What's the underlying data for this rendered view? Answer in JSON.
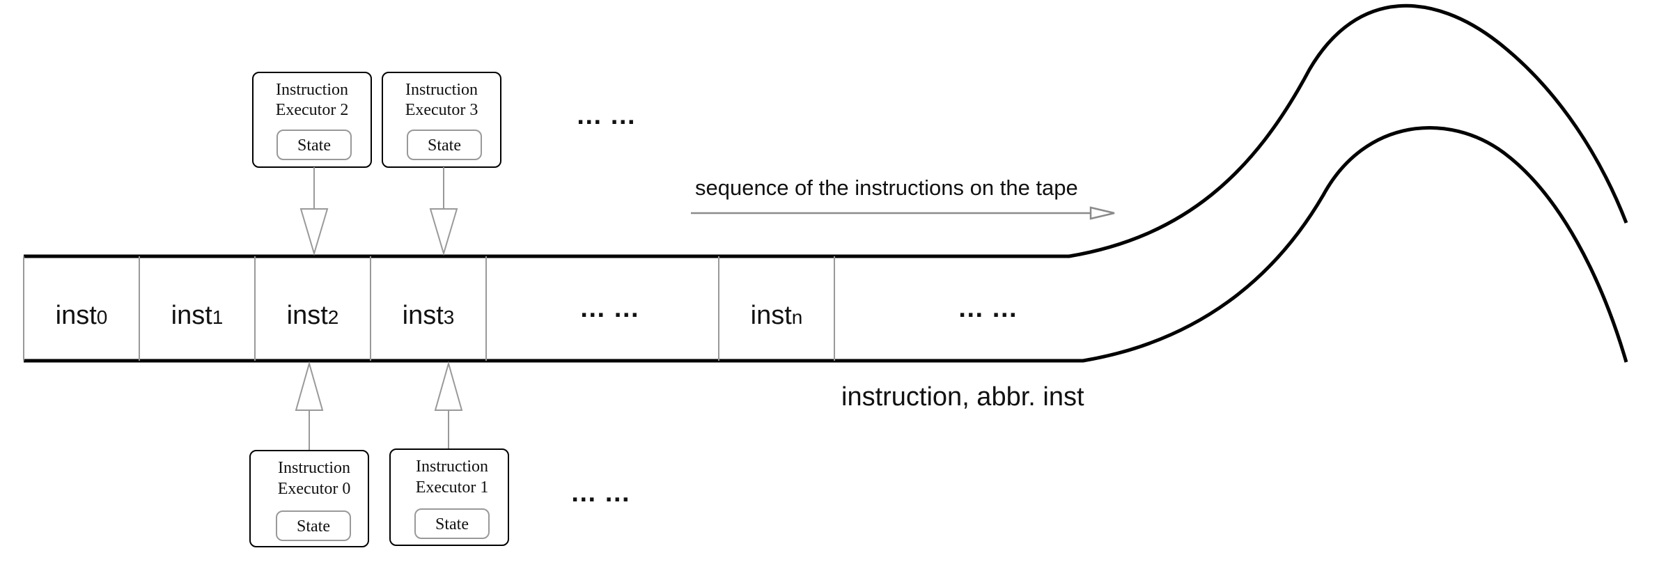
{
  "tape": {
    "cells": [
      {
        "base": "inst",
        "sub": "0"
      },
      {
        "base": "inst",
        "sub": "1"
      },
      {
        "base": "inst",
        "sub": "2"
      },
      {
        "base": "inst",
        "sub": "3"
      },
      {
        "text": "… …"
      },
      {
        "base": "inst",
        "sub": "n"
      },
      {
        "text": "… …"
      }
    ],
    "direction_label": "sequence of the instructions on the tape",
    "caption": "instruction, abbr. inst"
  },
  "executors_top": [
    {
      "line1": "Instruction",
      "line2": "Executor 2",
      "state": "State"
    },
    {
      "line1": "Instruction",
      "line2": "Executor 3",
      "state": "State"
    }
  ],
  "executors_bottom": [
    {
      "line1": "Instruction",
      "line2": "Executor 0",
      "state": "State"
    },
    {
      "line1": "Instruction",
      "line2": "Executor 1",
      "state": "State"
    }
  ],
  "ellipsis_top": "… …",
  "ellipsis_bottom": "… …",
  "colors": {
    "line": "#000000",
    "arrow": "#8a8a8a",
    "text": "#111111"
  }
}
